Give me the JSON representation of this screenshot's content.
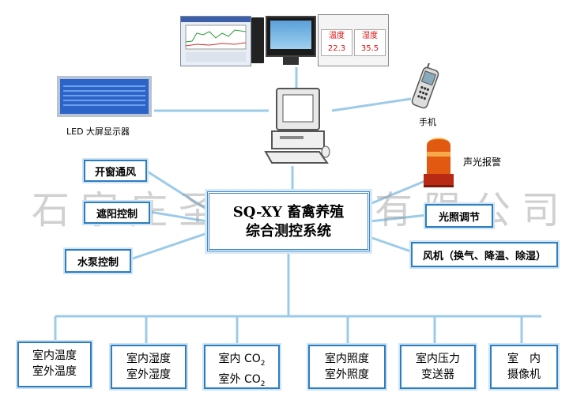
{
  "watermark": "石家庄圣宇科技有限公司",
  "central": {
    "line1": "SQ-XY 畜禽养殖",
    "line2": "综合测控系统"
  },
  "devices": {
    "led_label": "LED 大屏显示器",
    "phone_label": "手机",
    "alarm_label": "声光报警",
    "monitor_screen_left": "温度 22.3",
    "monitor_screen_right": "湿度 35.5"
  },
  "controls": {
    "window": "开窗通风",
    "shade": "遮阳控制",
    "pump": "水泵控制",
    "light": "光照调节",
    "fan": "风机（换气、降温、除湿）"
  },
  "sensors": [
    {
      "line1": "室内温度",
      "line2": "室外温度"
    },
    {
      "line1": "室内湿度",
      "line2": "室外湿度"
    },
    {
      "line1": "室内 CO",
      "sub1": "2",
      "line2": "室外 CO",
      "sub2": "2"
    },
    {
      "line1": "室内照度",
      "line2": "室外照度"
    },
    {
      "line1": "室内压力",
      "line2": "变送器"
    },
    {
      "line1": "室　内",
      "line2": "摄像机"
    }
  ],
  "colors": {
    "line": "#9ccbe8",
    "border": "#2b7ec0"
  }
}
